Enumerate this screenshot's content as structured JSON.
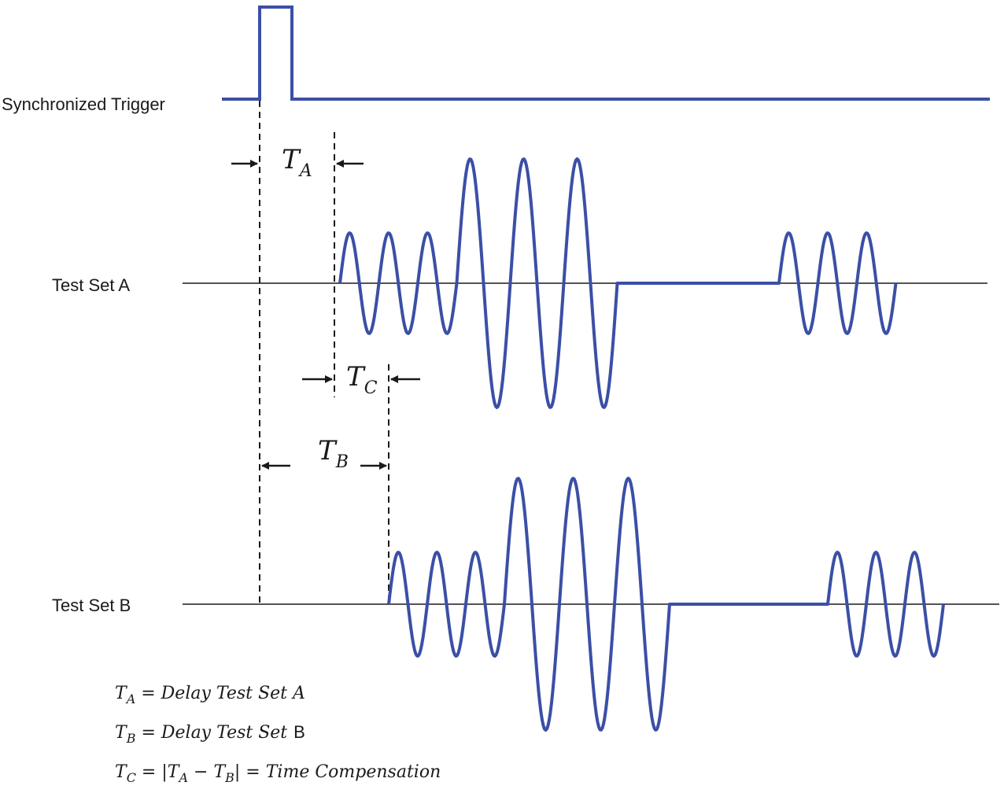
{
  "signals": {
    "trigger_label": "Synchronized Trigger",
    "set_a_label": "Test Set A",
    "set_b_label": "Test Set B"
  },
  "markers": {
    "ta": {
      "base": "T",
      "sub": "A"
    },
    "tb": {
      "base": "T",
      "sub": "B"
    },
    "tc": {
      "base": "T",
      "sub": "C"
    }
  },
  "legend": {
    "ta_text": "Delay Test Set A",
    "tb_text": "Delay Test Set",
    "tb_suffix": "B",
    "tc_text": "Time Compensation"
  },
  "colors": {
    "waveform": "#3b4fa6",
    "axis": "#1a1a1a",
    "text": "#1a1a1a"
  }
}
